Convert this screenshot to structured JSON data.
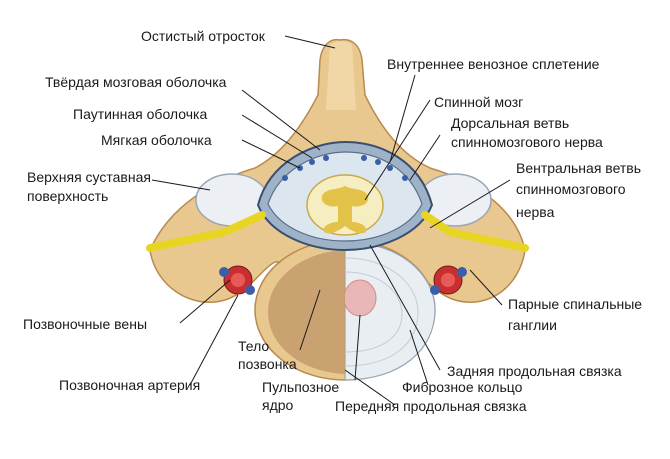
{
  "labels": {
    "spinous_process": "Остистый отросток",
    "dura_mater": "Твёрдая мозговая оболочка",
    "arachnoid": "Паутинная оболочка",
    "pia_mater": "Мягкая оболочка",
    "articular_surface": [
      "Верхняя суставная",
      "поверхность"
    ],
    "vertebral_veins": "Позвоночные вены",
    "vertebral_body": [
      "Тело",
      "позвонка"
    ],
    "vertebral_artery": "Позвоночная артерия",
    "nucleus_pulposus": [
      "Пульпозное",
      "ядро"
    ],
    "internal_venous_plexus": "Внутреннее венозное сплетение",
    "spinal_cord": "Спинной мозг",
    "dorsal_branch": [
      "Дорсальная ветвь",
      "спинномозгового нерва"
    ],
    "ventral_branch": [
      "Вентральная ветвь",
      "спинномозгового",
      "нерва"
    ],
    "spinal_ganglia": [
      "Парные спинальные",
      "ганглии"
    ],
    "posterior_ligament": "Задняя продольная связка",
    "fibrous_ring": "Фиброзное кольцо",
    "anterior_ligament": "Передняя продольная связка"
  },
  "colors": {
    "bone": "#e9c890",
    "bone_dark": "#c89a5a",
    "disc": "#e8eef2",
    "nucleus": "#c49a6c",
    "cord_white": "#f6eec0",
    "cord_gray": "#e3c24a",
    "dura": "#5a6e8a",
    "vein": "#3a5fa8",
    "artery": "#c83030",
    "nerve": "#e8d422",
    "leader": "#1a1a1a"
  }
}
